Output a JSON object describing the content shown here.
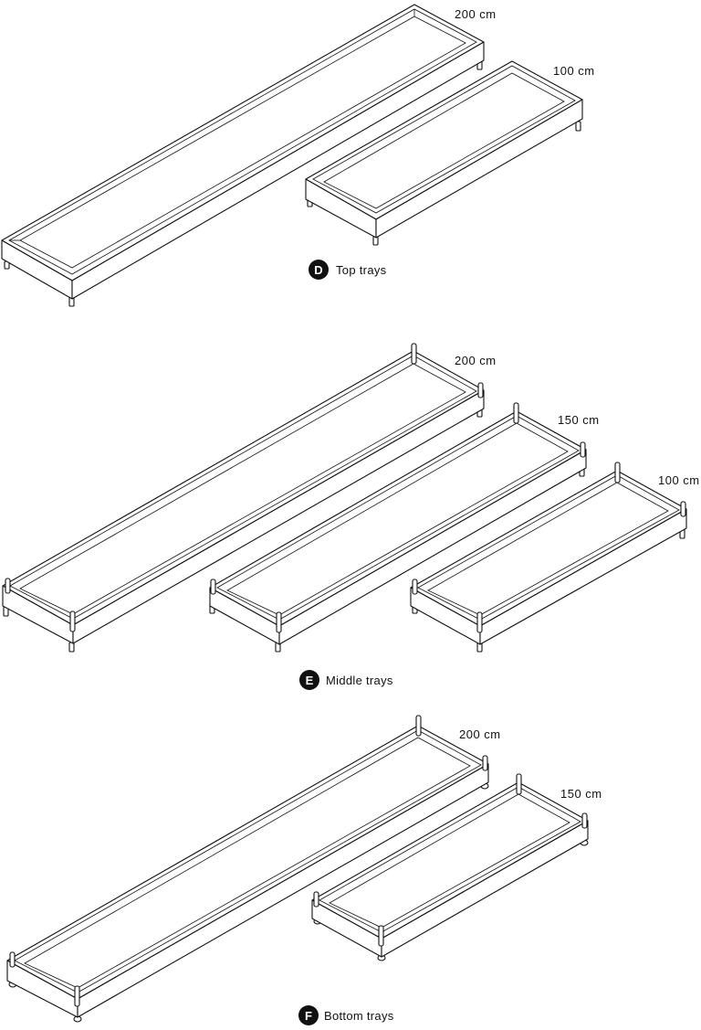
{
  "groups": [
    {
      "badge": "D",
      "caption": "Top trays",
      "trays": [
        {
          "length_label": "200 cm"
        },
        {
          "length_label": "100 cm"
        }
      ]
    },
    {
      "badge": "E",
      "caption": "Middle trays",
      "trays": [
        {
          "length_label": "200 cm"
        },
        {
          "length_label": "150 cm"
        },
        {
          "length_label": "100 cm"
        }
      ]
    },
    {
      "badge": "F",
      "caption": "Bottom trays",
      "trays": [
        {
          "length_label": "200 cm"
        },
        {
          "length_label": "150 cm"
        }
      ]
    }
  ]
}
